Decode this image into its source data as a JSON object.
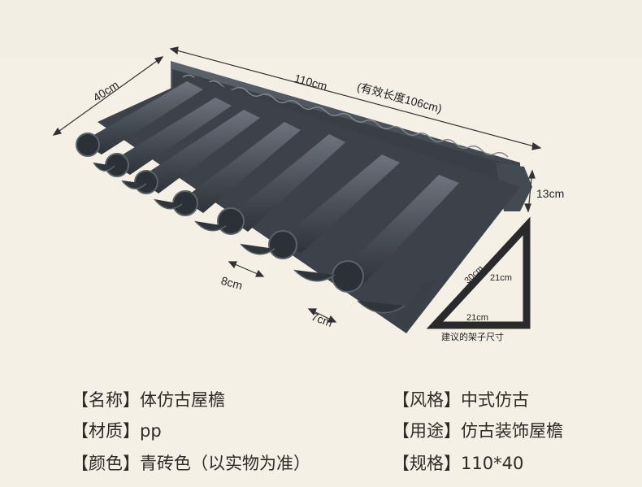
{
  "figure": {
    "dims": {
      "length": "110cm",
      "effective_length": "(有效长度106cm)",
      "depth": "40cm",
      "height": "13cm",
      "tile_width": "8cm",
      "tile_gap": "7cm",
      "bracket_hyp": "30cm",
      "bracket_vertical": "21cm",
      "bracket_horizontal": "21cm",
      "bracket_caption": "建议的架子尺寸"
    },
    "colors": {
      "tile": "#4a5058",
      "tile_dark": "#2e3339",
      "tile_light": "#6a717a"
    }
  },
  "specs": {
    "name_key": "【名称】",
    "name_val": "体仿古屋檐",
    "material_key": "【材质】",
    "material_val": "pp",
    "color_key": "【颜色】",
    "color_val": "青砖色（以实物为准）",
    "style_key": "【风格】",
    "style_val": "中式仿古",
    "usage_key": "【用途】",
    "usage_val": "仿古装饰屋檐",
    "size_key": "【规格】",
    "size_val": "110*40"
  }
}
